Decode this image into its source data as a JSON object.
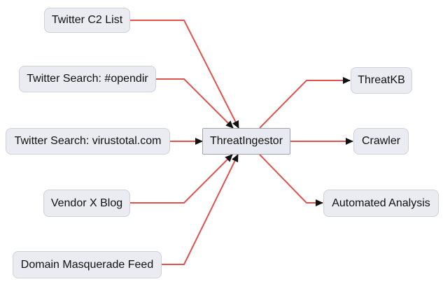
{
  "diagram": {
    "type": "flowchart",
    "direction": "left-to-right",
    "nodes": {
      "twitter_c2_list": {
        "label": "Twitter C2 List",
        "role": "source",
        "shape": "rounded"
      },
      "twitter_search_opendir": {
        "label": "Twitter Search: #opendir",
        "role": "source",
        "shape": "rounded"
      },
      "twitter_search_virustotal": {
        "label": "Twitter Search: virustotal.com",
        "role": "source",
        "shape": "rounded"
      },
      "vendor_x_blog": {
        "label": "Vendor X Blog",
        "role": "source",
        "shape": "rounded"
      },
      "domain_masquerade_feed": {
        "label": "Domain Masquerade Feed",
        "role": "source",
        "shape": "rounded"
      },
      "threatingestor": {
        "label": "ThreatIngestor",
        "role": "hub",
        "shape": "rect"
      },
      "threatkb": {
        "label": "ThreatKB",
        "role": "output",
        "shape": "rounded"
      },
      "crawler": {
        "label": "Crawler",
        "role": "output",
        "shape": "rounded"
      },
      "automated_analysis": {
        "label": "Automated Analysis",
        "role": "output",
        "shape": "rounded"
      }
    },
    "edges": [
      {
        "from": "twitter_c2_list",
        "to": "threatingestor"
      },
      {
        "from": "twitter_search_opendir",
        "to": "threatingestor"
      },
      {
        "from": "twitter_search_virustotal",
        "to": "threatingestor"
      },
      {
        "from": "vendor_x_blog",
        "to": "threatingestor"
      },
      {
        "from": "domain_masquerade_feed",
        "to": "threatingestor"
      },
      {
        "from": "threatingestor",
        "to": "threatkb"
      },
      {
        "from": "threatingestor",
        "to": "crawler"
      },
      {
        "from": "threatingestor",
        "to": "automated_analysis"
      }
    ],
    "colors": {
      "edge_line": "#e0524e",
      "arrowhead": "#111111",
      "node_fill": "#eaecf2",
      "node_border": "#cfd1d8",
      "hub_node_fill": "#e8eaf2",
      "hub_node_border": "#9fa3ad",
      "background": "#ffffff",
      "text": "#111111"
    }
  }
}
